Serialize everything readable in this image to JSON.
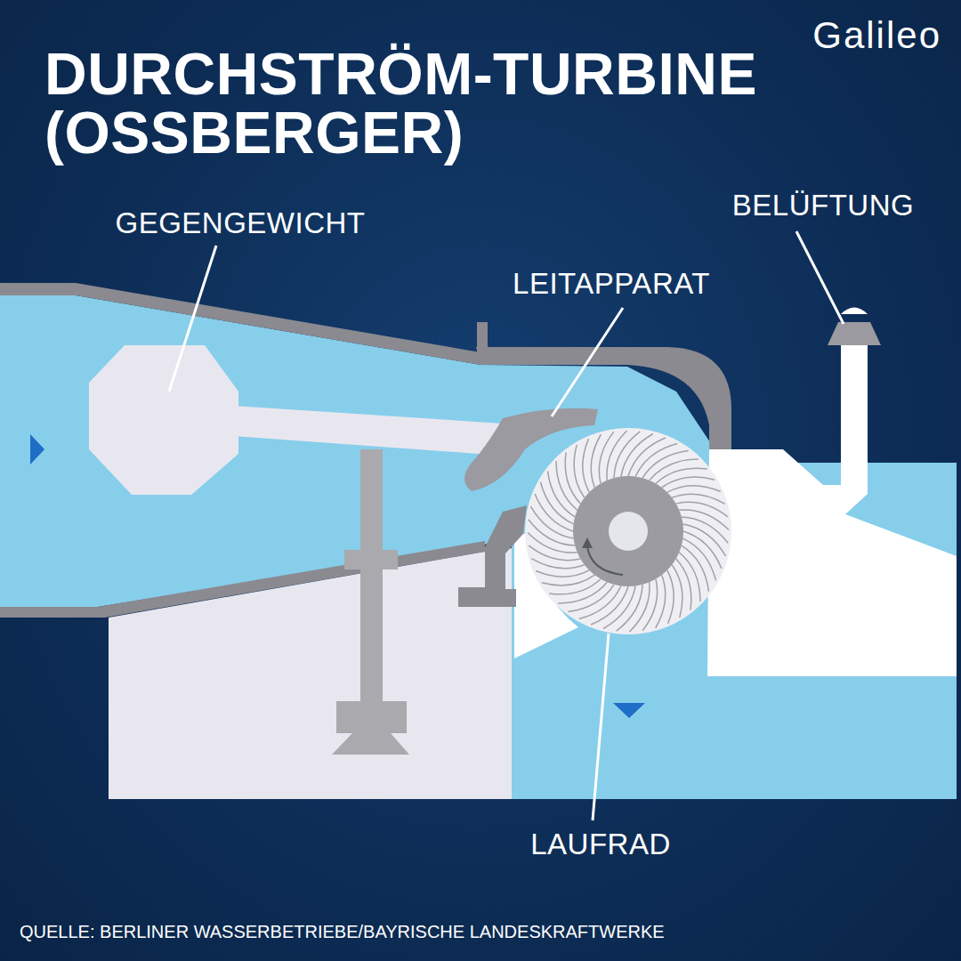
{
  "diagram": {
    "title": "DURCHSTRÖM-TURBINE (OSSBERGER)",
    "caption": "QUELLE: BERLINER WASSERBETRIEBE/BAYRISCHE LANDESKRAFTWERKE",
    "labels": [
      "Galileo",
      "GEGENGEWICHT",
      "LEITAPPARAT",
      "BELÜFTUNG",
      "LAUFRAD"
    ]
  }
}
